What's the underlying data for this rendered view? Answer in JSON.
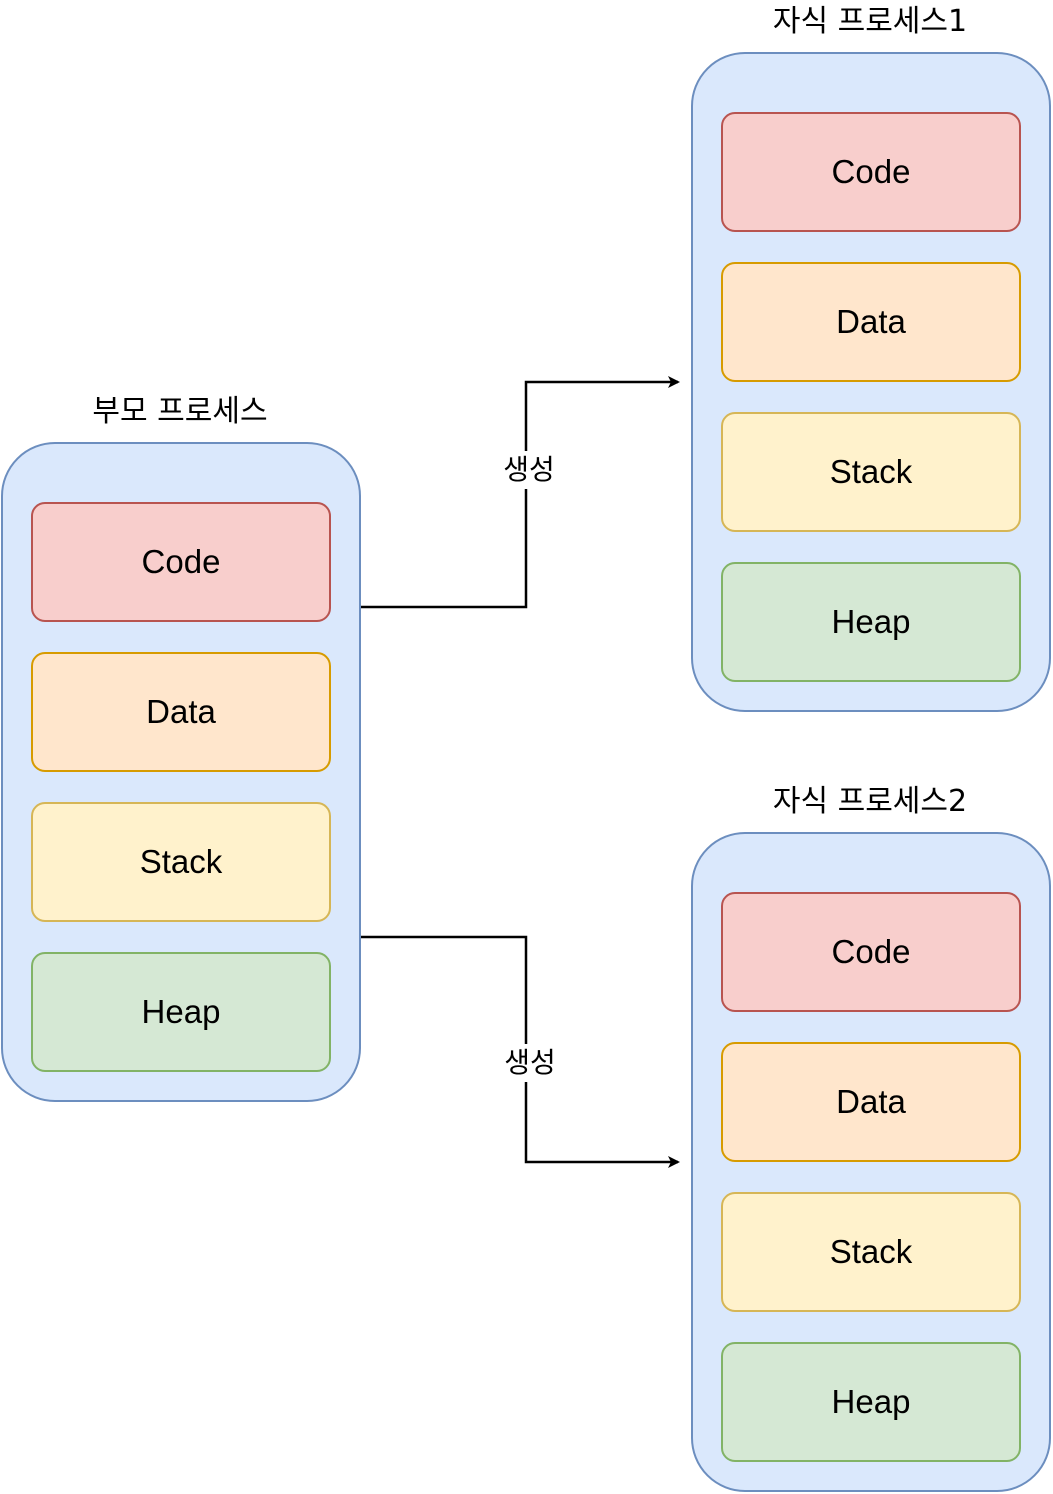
{
  "parent": {
    "title": "부모 프로세스",
    "segments": [
      {
        "label": "Code",
        "fill": "#f8cecc",
        "stroke": "#b85450"
      },
      {
        "label": "Data",
        "fill": "#ffe6cc",
        "stroke": "#d79b00"
      },
      {
        "label": "Stack",
        "fill": "#fff2cc",
        "stroke": "#d6b656"
      },
      {
        "label": "Heap",
        "fill": "#d5e8d4",
        "stroke": "#82b366"
      }
    ]
  },
  "child1": {
    "title": "자식 프로세스1",
    "segments": [
      {
        "label": "Code",
        "fill": "#f8cecc",
        "stroke": "#b85450"
      },
      {
        "label": "Data",
        "fill": "#ffe6cc",
        "stroke": "#d79b00"
      },
      {
        "label": "Stack",
        "fill": "#fff2cc",
        "stroke": "#d6b656"
      },
      {
        "label": "Heap",
        "fill": "#d5e8d4",
        "stroke": "#82b366"
      }
    ]
  },
  "child2": {
    "title": "자식 프로세스2",
    "segments": [
      {
        "label": "Code",
        "fill": "#f8cecc",
        "stroke": "#b85450"
      },
      {
        "label": "Data",
        "fill": "#ffe6cc",
        "stroke": "#d79b00"
      },
      {
        "label": "Stack",
        "fill": "#fff2cc",
        "stroke": "#d6b656"
      },
      {
        "label": "Heap",
        "fill": "#d5e8d4",
        "stroke": "#82b366"
      }
    ]
  },
  "edges": {
    "to_child1": {
      "label": "생성"
    },
    "to_child2": {
      "label": "생성"
    }
  },
  "colors": {
    "process_fill": "#dae8fc",
    "process_stroke": "#6c8ebf",
    "connector": "#000000"
  }
}
